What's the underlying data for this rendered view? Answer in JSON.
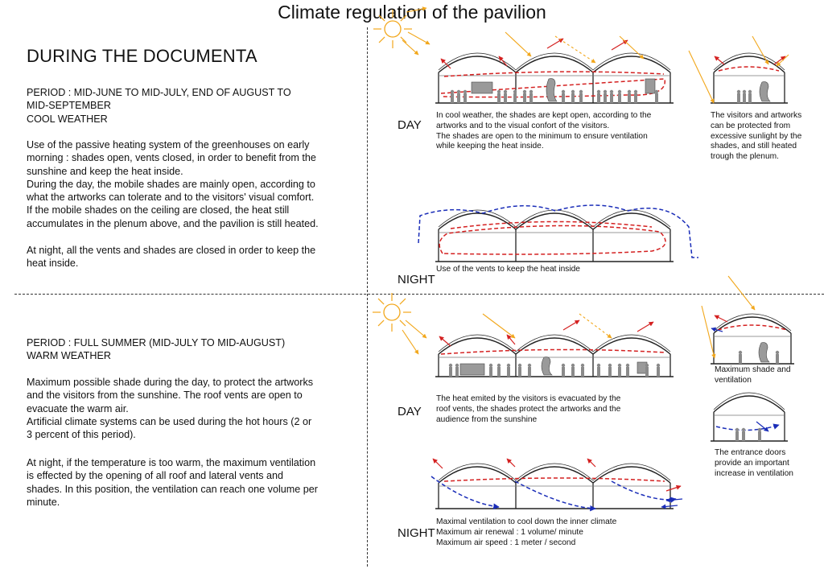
{
  "title": "Climate regulation of the pavilion",
  "section_heading": "DURING THE DOCUMENTA",
  "cool": {
    "period": [
      "PERIOD : MID-JUNE TO MID-JULY, END OF AUGUST TO",
      "MID-SEPTEMBER",
      "COOL WEATHER"
    ],
    "body": [
      "Use of the passive heating system of the greenhouses on early",
      "morning : shades open, vents closed, in order to benefit from the",
      "sunshine and keep the heat inside.",
      "During the day, the mobile shades are mainly open, according to",
      "what the artworks can tolerate and to the visitors' visual comfort.",
      "If the mobile shades on the ceiling are closed, the heat still",
      "accumulates in the plenum above, and the pavilion is still heated."
    ],
    "night": [
      "At night, all the vents and shades are closed in order to keep the",
      "heat inside."
    ]
  },
  "warm": {
    "period": [
      "PERIOD : FULL SUMMER (MID-JULY TO MID-AUGUST)",
      "WARM WEATHER"
    ],
    "body": [
      "Maximum possible shade during the day, to protect the artworks",
      "and the visitors from the sunshine. The roof vents are open to",
      "evacuate the warm air.",
      "Artificial climate systems can be used during the hot hours (2 or",
      "3 percent of this period)."
    ],
    "night": [
      "At night, if the temperature is too warm, the maximum ventilation",
      "is effected by the opening of all roof and lateral vents and",
      "shades. In this position, the ventilation can reach one volume per",
      "minute."
    ]
  },
  "labels": {
    "day": "DAY",
    "night": "NIGHT"
  },
  "captions": {
    "cool_day": [
      "In cool weather, the shades are kept open, according to the",
      "artworks and to the visual confort of the visitors.",
      "The shades are open to the minimum to ensure ventilation",
      "while keeping the heat inside."
    ],
    "cool_side": [
      "The visitors and artworks",
      "can be protected from",
      "excessive sunlight by the",
      "shades, and still heated",
      "trough the plenum."
    ],
    "cool_night": [
      "Use of the vents to keep the heat inside"
    ],
    "warm_day": [
      "The heat emited by the visitors is evacuated by the",
      "roof vents, the shades protect the artworks and the",
      "audience from the sunshine"
    ],
    "warm_side1": [
      "Maximum shade and",
      "ventilation"
    ],
    "warm_side2": [
      "The entrance doors",
      "provide an important",
      "increase in ventilation"
    ],
    "warm_night": [
      "Maximal ventilation to cool down the inner climate",
      "Maximum air renewal : 1 volume/ minute",
      "Maximum air speed : 1 meter / second"
    ]
  },
  "colors": {
    "sun": "#f2a71b",
    "heat": "#d42020",
    "cool_air": "#1a2db8",
    "structure": "#222222",
    "figure": "#8a8a8a"
  }
}
